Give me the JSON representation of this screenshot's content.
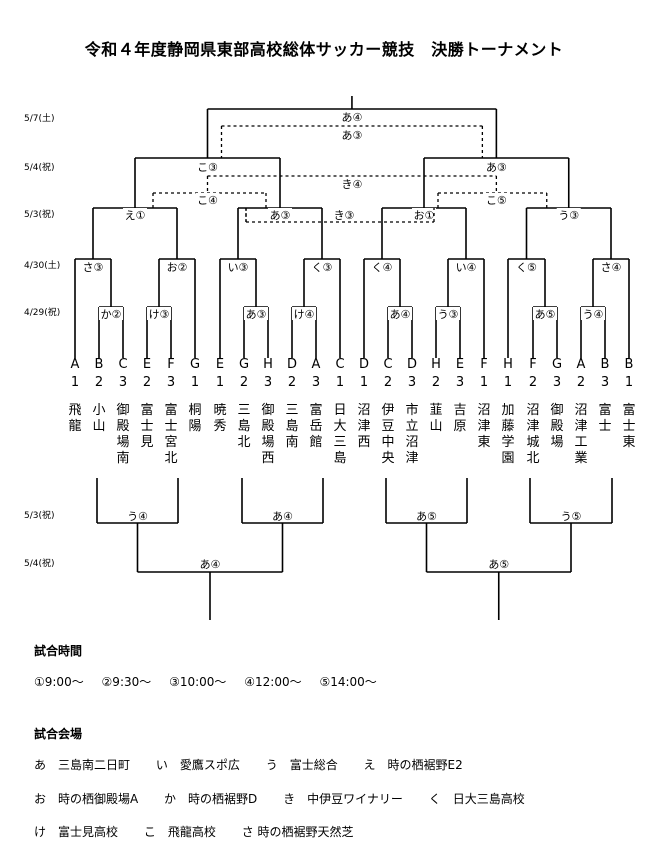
{
  "title": "令和４年度静岡県東部高校総体サッカー競技　決勝トーナメント",
  "rounds": [
    "5/7(土)",
    "5/4(祝)",
    "5/3(祝)",
    "4/30(土)",
    "4/29(祝)",
    "5/3(祝)",
    "5/4(祝)"
  ],
  "teams": [
    {
      "g": "A",
      "n": "1",
      "name": "飛龍"
    },
    {
      "g": "B",
      "n": "2",
      "name": "小山"
    },
    {
      "g": "C",
      "n": "3",
      "name": "御殿場南"
    },
    {
      "g": "E",
      "n": "2",
      "name": "富士見"
    },
    {
      "g": "F",
      "n": "3",
      "name": "富士宮北"
    },
    {
      "g": "G",
      "n": "1",
      "name": "桐陽"
    },
    {
      "g": "E",
      "n": "1",
      "name": "暁秀"
    },
    {
      "g": "G",
      "n": "2",
      "name": "三島北"
    },
    {
      "g": "H",
      "n": "3",
      "name": "御殿場西"
    },
    {
      "g": "D",
      "n": "2",
      "name": "三島南"
    },
    {
      "g": "A",
      "n": "3",
      "name": "富岳館"
    },
    {
      "g": "C",
      "n": "1",
      "name": "日大三島"
    },
    {
      "g": "D",
      "n": "1",
      "name": "沼津西"
    },
    {
      "g": "C",
      "n": "2",
      "name": "伊豆中央"
    },
    {
      "g": "D",
      "n": "3",
      "name": "市立沼津"
    },
    {
      "g": "H",
      "n": "2",
      "name": "韮山"
    },
    {
      "g": "E",
      "n": "3",
      "name": "吉原"
    },
    {
      "g": "F",
      "n": "1",
      "name": "沼津東"
    },
    {
      "g": "H",
      "n": "1",
      "name": "加藤学園"
    },
    {
      "g": "F",
      "n": "2",
      "name": "沼津城北"
    },
    {
      "g": "G",
      "n": "3",
      "name": "御殿場"
    },
    {
      "g": "A",
      "n": "2",
      "name": "沼津工業"
    },
    {
      "g": "B",
      "n": "3",
      "name": "富士"
    },
    {
      "g": "B",
      "n": "1",
      "name": "富士東"
    }
  ],
  "matches": {
    "final": "あ④",
    "third": "あ③",
    "sf_left": "こ③",
    "sf_right": "あ③",
    "fifth": "き④",
    "cons_left": "こ④",
    "cons_right": "こ⑤",
    "qf_playoff": "き③",
    "qf1": "え①",
    "qf2": "あ③",
    "qf3": "お①",
    "qf4": "う③",
    "r2_1": "さ③",
    "r2_2": "お②",
    "r2_3": "い③",
    "r2_4": "く③",
    "r2_5": "く④",
    "r2_6": "い④",
    "r2_7": "く⑤",
    "r2_8": "さ④",
    "r1_1": "か②",
    "r1_2": "け③",
    "r1_3": "あ③",
    "r1_4": "け④",
    "r1_5": "あ④",
    "r1_6": "う③",
    "r1_7": "あ⑤",
    "r1_8": "う④",
    "lower_1": "う④",
    "lower_2": "あ④",
    "lower_3": "あ⑤",
    "lower_4": "う⑤",
    "lower_5": "あ④",
    "lower_6": "あ⑤"
  },
  "times": {
    "heading": "試合時間",
    "items": [
      "①9:00～",
      "②9:30～",
      "③10:00～",
      "④12:00～",
      "⑤14:00～"
    ]
  },
  "venues": {
    "heading": "試合会場",
    "rows": [
      [
        "あ　三島南二日町",
        "い　愛鷹スポ広",
        "う　富士総合",
        "え　時の栖裾野E2"
      ],
      [
        "お　時の栖御殿場A",
        "か　時の栖裾野D",
        "き　中伊豆ワイナリー",
        "く　日大三島高校"
      ],
      [
        "け　富士見高校",
        "こ　飛龍高校",
        "さ 時の栖裾野天然芝"
      ]
    ]
  }
}
